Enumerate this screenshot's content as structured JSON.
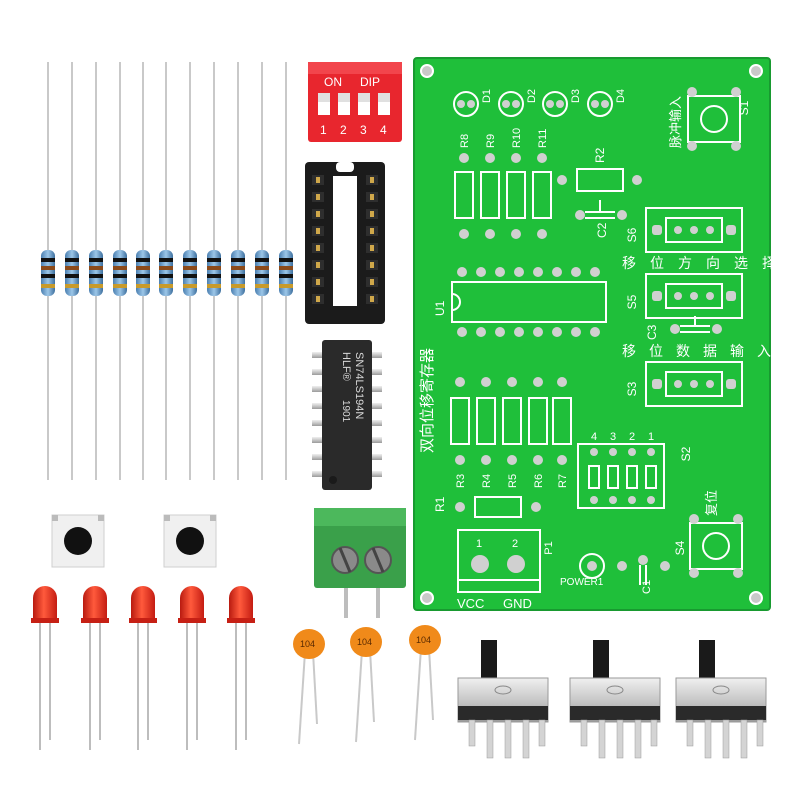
{
  "dip_switch": {
    "label_on": "ON",
    "label_dip": "DIP",
    "numbers": [
      "1",
      "2",
      "3",
      "4"
    ]
  },
  "ic": {
    "line1": "SN74LS194N",
    "line2": "HLF®",
    "line3": "1901"
  },
  "capacitor_code": "104",
  "pcb": {
    "title": "双向位移寄存器",
    "leds": [
      "D1",
      "D2",
      "D3",
      "D4"
    ],
    "resistors_top": [
      "R8",
      "R9",
      "R10",
      "R11"
    ],
    "resistors_bottom": [
      "R3",
      "R4",
      "R5",
      "R6",
      "R7"
    ],
    "r1": "R1",
    "r2": "R2",
    "u1": "U1",
    "s1": "S1",
    "s1_desc": "脉冲输入",
    "s2": "S2",
    "s2_numbers": [
      "4",
      "3",
      "2",
      "1"
    ],
    "s3": "S3",
    "s3_desc": "移位数据输入",
    "s4": "S4",
    "s4_desc": "复位",
    "s5": "S5",
    "s6": "S6",
    "s6_desc": "移位方向选择",
    "c1": "C1",
    "c2": "C2",
    "c3": "C3",
    "p1": "P1",
    "terminal_pins": [
      "1",
      "2"
    ],
    "power": "POWER1",
    "vcc": "VCC",
    "gnd": "GND"
  },
  "colors": {
    "pcb": "#1fbf3a",
    "pcb_dark": "#169a2c",
    "dip_red": "#e8262e",
    "terminal": "#3aa04a",
    "led": "#e8291c",
    "cap": "#f08a1a"
  }
}
